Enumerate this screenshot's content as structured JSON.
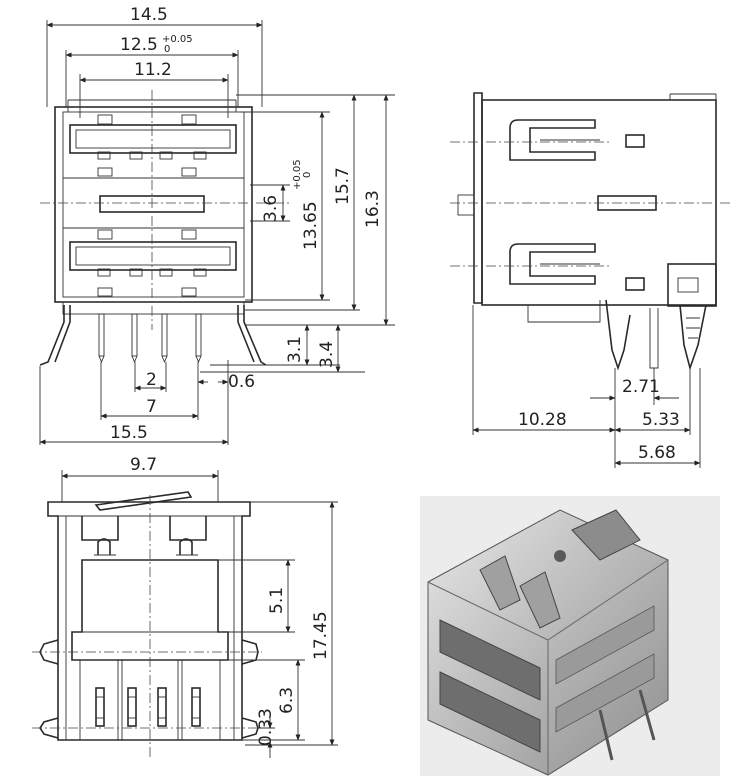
{
  "front_view": {
    "dims": {
      "w_14_5": "14.5",
      "w_12_5": "12.5",
      "w_12_5_tol_top": "+0.05",
      "w_12_5_tol_bot": "0",
      "w_11_2": "11.2",
      "h_3_6": "3.6",
      "h_13_65": "13.65",
      "h_13_65_tol_top": "+0.05",
      "h_13_65_tol_bot": "0",
      "h_15_7": "15.7",
      "h_16_3": "16.3",
      "pin_3_1": "3.1",
      "pin_3_4": "3.4",
      "pitch_2": "2",
      "pin_0_6": "0.6",
      "span_7": "7",
      "span_15_5": "15.5"
    }
  },
  "side_view": {
    "dims": {
      "d_2_71": "2.71",
      "d_10_28": "10.28",
      "d_5_33": "5.33",
      "d_5_68": "5.68"
    }
  },
  "bottom_view": {
    "dims": {
      "w_9_7": "9.7",
      "h_5_1": "5.1",
      "h_17_45": "17.45",
      "h_6_3": "6.3",
      "h_0_33": "0.33"
    }
  },
  "colors": {
    "line": "#2a2a2a",
    "background": "#ffffff",
    "photo_body": "#c8c8c8"
  }
}
